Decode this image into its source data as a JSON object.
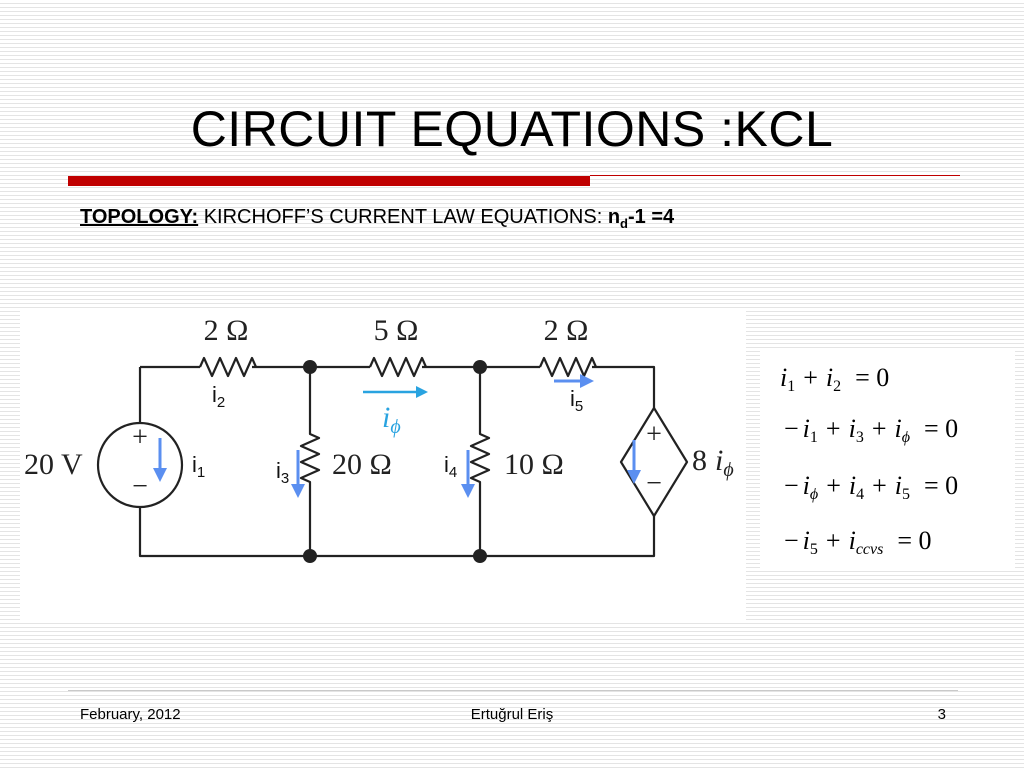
{
  "slide": {
    "title": "CIRCUIT EQUATIONS :KCL",
    "subtitle": {
      "topology_label": "TOPOLOGY:",
      "text": " KIRCHOFF’S CURRENT LAW EQUATIONS: ",
      "n_base": "n",
      "n_sub": "d",
      "n_rest": "-1 =4"
    },
    "colors": {
      "accent_bar": "#c00000",
      "current_arrow": "#5b8ff0",
      "i_phi_arrow": "#29a3e0"
    }
  },
  "circuit": {
    "resistors": {
      "r1": "2 Ω",
      "r2": "5 Ω",
      "r3": "2 Ω",
      "r4": "20 Ω",
      "r5": "10 Ω"
    },
    "source": "20 V",
    "plus": "+",
    "minus": "−",
    "dependent_source": {
      "coefficient": "8",
      "variable": "i",
      "subscript": "ϕ"
    },
    "i_phi": {
      "base": "i",
      "sub": "ϕ"
    },
    "currents": [
      {
        "base": "i",
        "sub": "1"
      },
      {
        "base": "i",
        "sub": "2"
      },
      {
        "base": "i",
        "sub": "3"
      },
      {
        "base": "i",
        "sub": "4"
      },
      {
        "base": "i",
        "sub": "5"
      }
    ]
  },
  "equations": {
    "eq1": {
      "a": "i",
      "a_sub": "1",
      "op": "+",
      "b": "i",
      "b_sub": "2",
      "rhs": "= 0"
    },
    "eq2": {
      "neg": "−",
      "a": "i",
      "a_sub": "1",
      "op1": "+",
      "b": "i",
      "b_sub": "3",
      "op2": "+",
      "c": "i",
      "c_sub": "ϕ",
      "rhs": "= 0"
    },
    "eq3": {
      "neg": "−",
      "a": "i",
      "a_sub": "ϕ",
      "op1": "+",
      "b": "i",
      "b_sub": "4",
      "op2": "+",
      "c": "i",
      "c_sub": "5",
      "rhs": "= 0"
    },
    "eq4": {
      "neg": "−",
      "a": "i",
      "a_sub": "5",
      "op": "+",
      "b": "i",
      "b_sub": "ccvs",
      "rhs": "= 0"
    }
  },
  "footer": {
    "date": "February, 2012",
    "author": "Ertuğrul Eriş",
    "page": "3"
  }
}
